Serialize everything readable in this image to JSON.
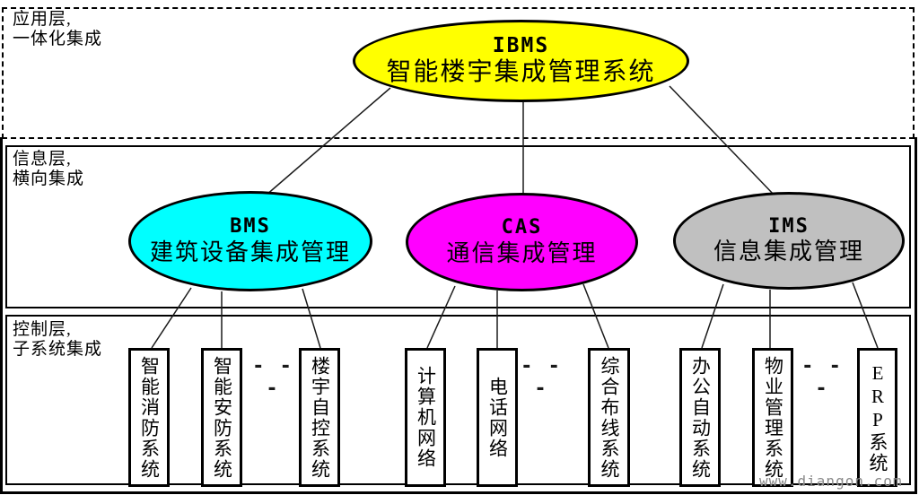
{
  "layers": [
    {
      "id": "application",
      "label": [
        "应用层,",
        "一体化集成"
      ]
    },
    {
      "id": "information",
      "label": [
        "信息层,",
        "横向集成"
      ]
    },
    {
      "id": "control",
      "label": [
        "控制层,",
        "子系统集成"
      ]
    }
  ],
  "nodes": {
    "ibms": {
      "abbr": "IBMS",
      "title": "智能楼宇集成管理系统",
      "fill": "#ffff00"
    },
    "bms": {
      "abbr": "BMS",
      "title": "建筑设备集成管理",
      "fill": "#00ffff"
    },
    "cas": {
      "abbr": "CAS",
      "title": "通信集成管理",
      "fill": "#ff00ff"
    },
    "ims": {
      "abbr": "IMS",
      "title": "信息集成管理",
      "fill": "#c0c0c0"
    }
  },
  "subsystems": {
    "bms": [
      "智能消防系统",
      "智能安防系统",
      "楼宇自控系统"
    ],
    "cas": [
      "计算机网络",
      "电话网络",
      "综合布线系统"
    ],
    "ims": [
      "办公自动系统",
      "物业管理系统",
      "ERP系统"
    ]
  },
  "separator": "- - -",
  "watermark": "www.diangon.com",
  "colors": {
    "line": "#1a1a1a",
    "border": "#000000",
    "background": "#ffffff"
  }
}
